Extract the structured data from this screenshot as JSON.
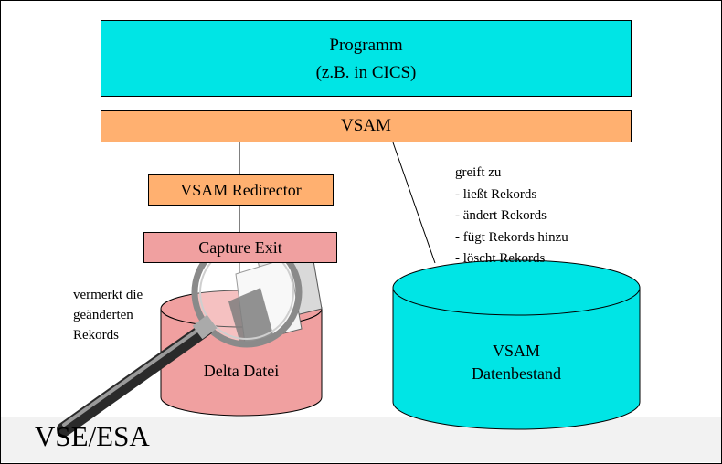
{
  "diagram": {
    "program": {
      "line1": "Programm",
      "line2": "(z.B. in CICS)"
    },
    "vsam": "VSAM",
    "redirector": "VSAM Redirector",
    "capture_exit": "Capture Exit",
    "delta": "Delta Datei",
    "datastore": {
      "line1": "VSAM",
      "line2": "Datenbestand"
    },
    "access_note": [
      "greift zu",
      "- ließt Rekords",
      "- ändert Rekords",
      "- fügt Rekords hinzu",
      "- löscht Rekords"
    ],
    "capture_note": [
      "vermerkt die",
      "geänderten",
      "Rekords"
    ],
    "system_label": "VSE/ESA",
    "colors": {
      "program": "#00e5e5",
      "vsam": "#ffb070",
      "capture": "#f0a0a0",
      "datastore": "#00e5e5"
    },
    "icon": "magnifier-icon"
  }
}
